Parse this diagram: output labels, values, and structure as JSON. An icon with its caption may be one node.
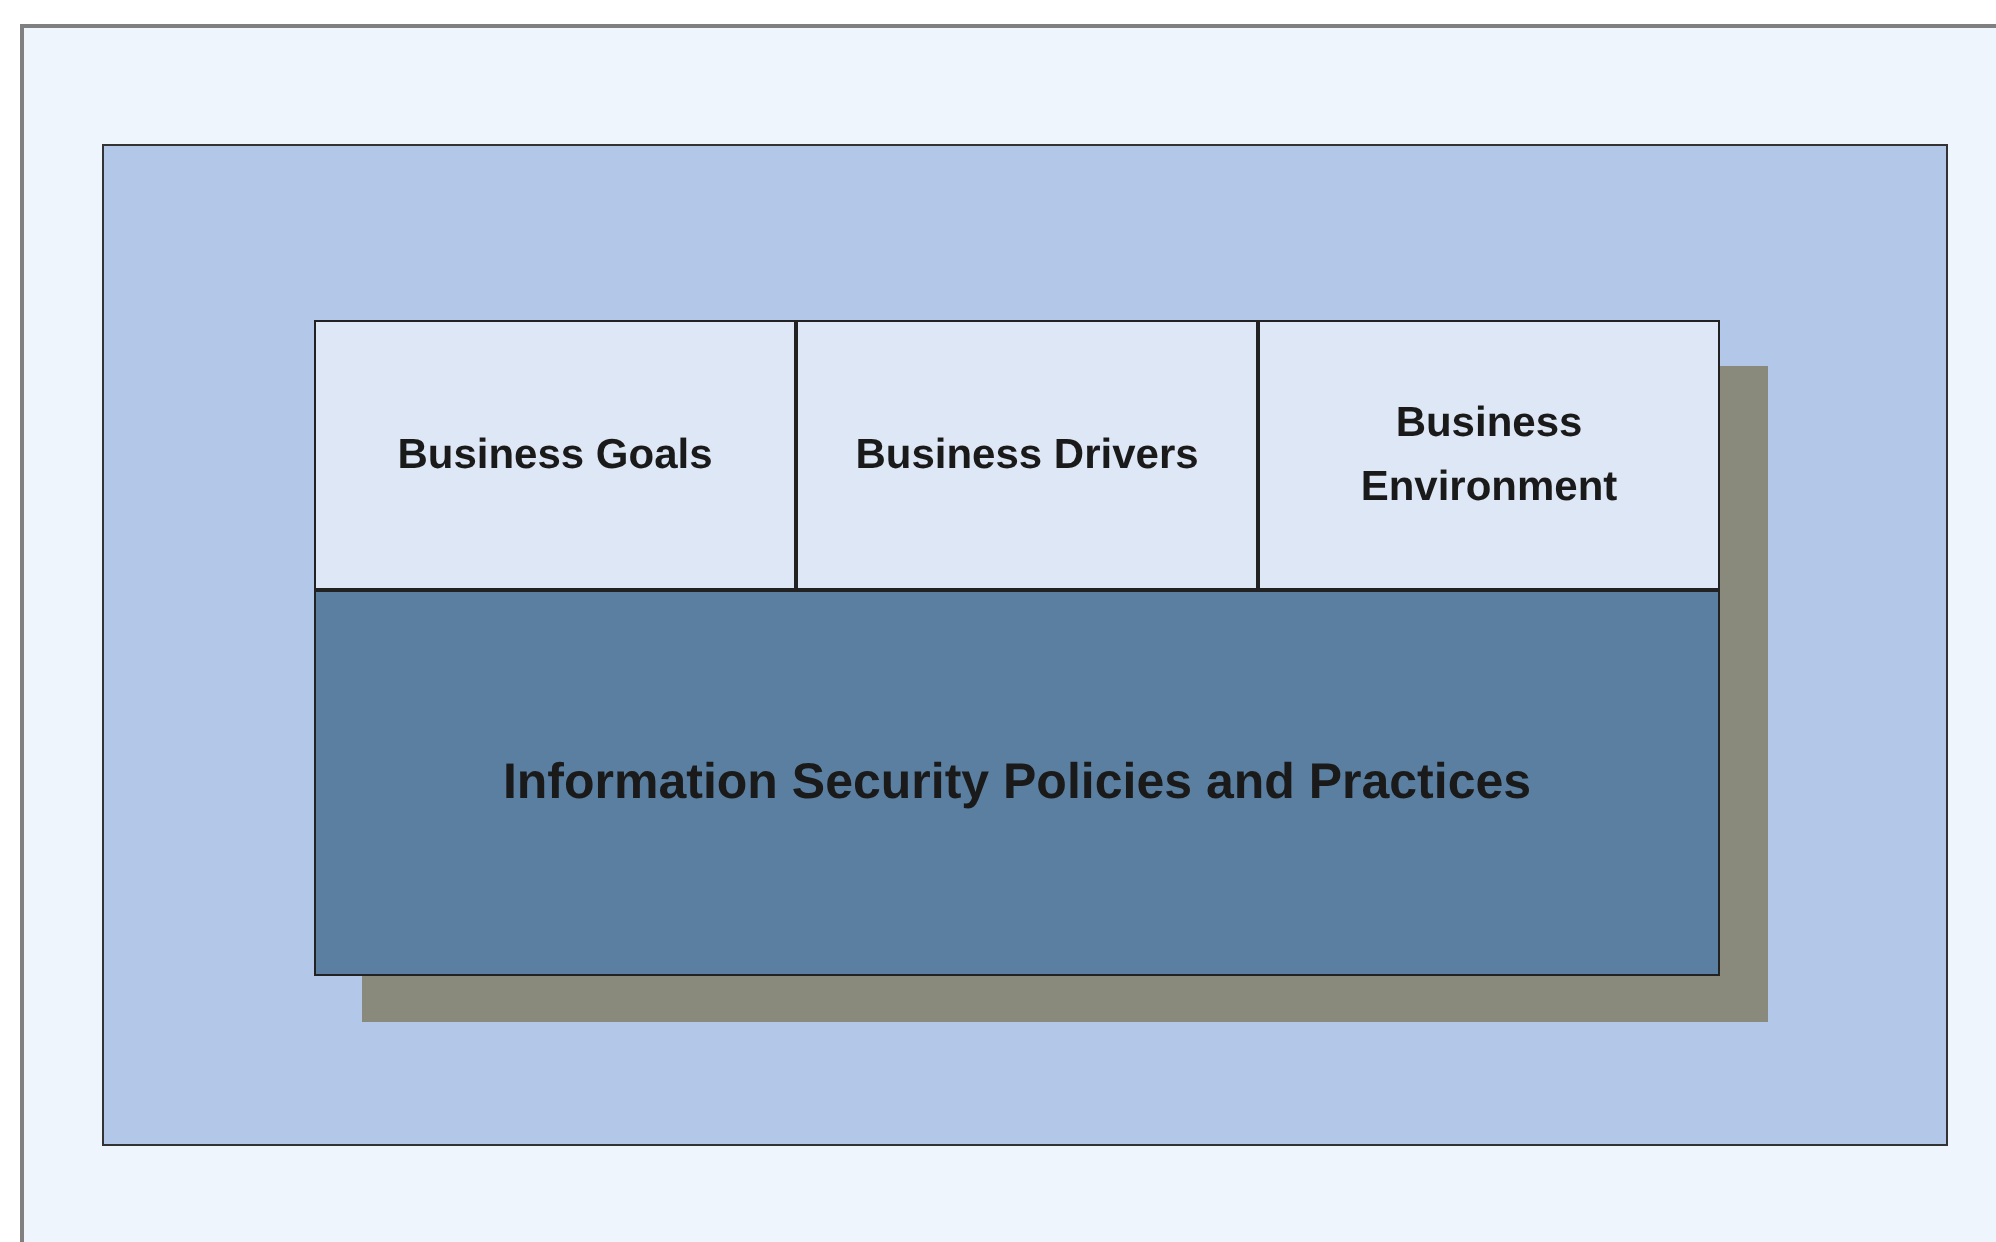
{
  "diagram": {
    "nodes": [
      {
        "text": [],
        "shape": "box"
      },
      {
        "text": [
          "Business Goals"
        ],
        "in": 0
      },
      {
        "text": [
          "Business Drivers"
        ],
        "in": 0
      },
      {
        "text": [
          "Business Environment"
        ],
        "in": 0
      },
      {
        "text": [
          "Information Security Policies and Practices"
        ],
        "in": 0
      }
    ]
  }
}
